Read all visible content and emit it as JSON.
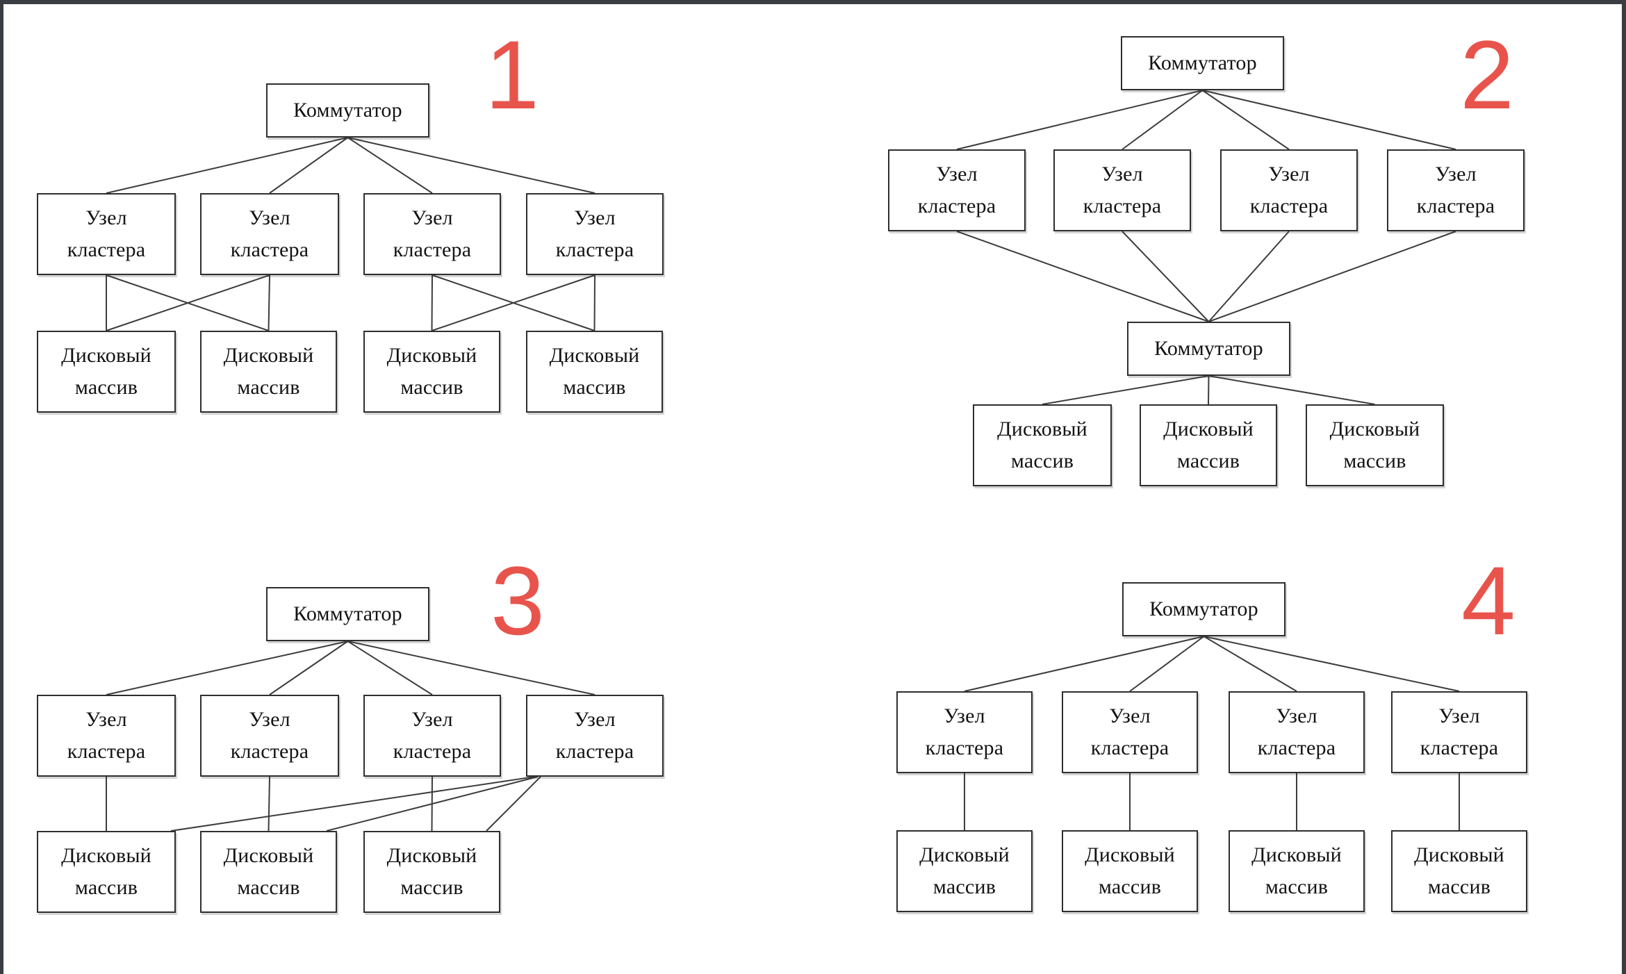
{
  "page": {
    "background_color": "#ffffff",
    "frame_color": "#3a3d42",
    "line_color": "#3c3c3c",
    "number_color": "#e8544c"
  },
  "labels": {
    "switch": "Коммутатор",
    "cluster_node": "Узел\nкластера",
    "disk_array": "Дисковый\nмассив"
  },
  "diagrams": [
    {
      "number": "1",
      "edges": [
        "sw1-n1",
        "sw1-n2",
        "sw1-n3",
        "sw1-n4",
        "n1-d1",
        "n1-d2",
        "n2-d1",
        "n2-d2",
        "n3-d3",
        "n3-d4",
        "n4-d3",
        "n4-d4"
      ]
    },
    {
      "number": "2",
      "edges": [
        "sw1-n1",
        "sw1-n2",
        "sw1-n3",
        "sw1-n4",
        "n1-sw2",
        "n2-sw2",
        "n3-sw2",
        "n4-sw2",
        "sw2-d1",
        "sw2-d2",
        "sw2-d3"
      ]
    },
    {
      "number": "3",
      "edges": [
        "sw1-n1",
        "sw1-n2",
        "sw1-n3",
        "sw1-n4",
        "n1-d1",
        "n2-d2",
        "n3-d3",
        "n4-d1",
        "n4-d2",
        "n4-d3"
      ]
    },
    {
      "number": "4",
      "edges": [
        "sw1-n1",
        "sw1-n2",
        "sw1-n3",
        "sw1-n4",
        "n1-d1",
        "n2-d2",
        "n3-d3",
        "n4-d4"
      ]
    }
  ]
}
